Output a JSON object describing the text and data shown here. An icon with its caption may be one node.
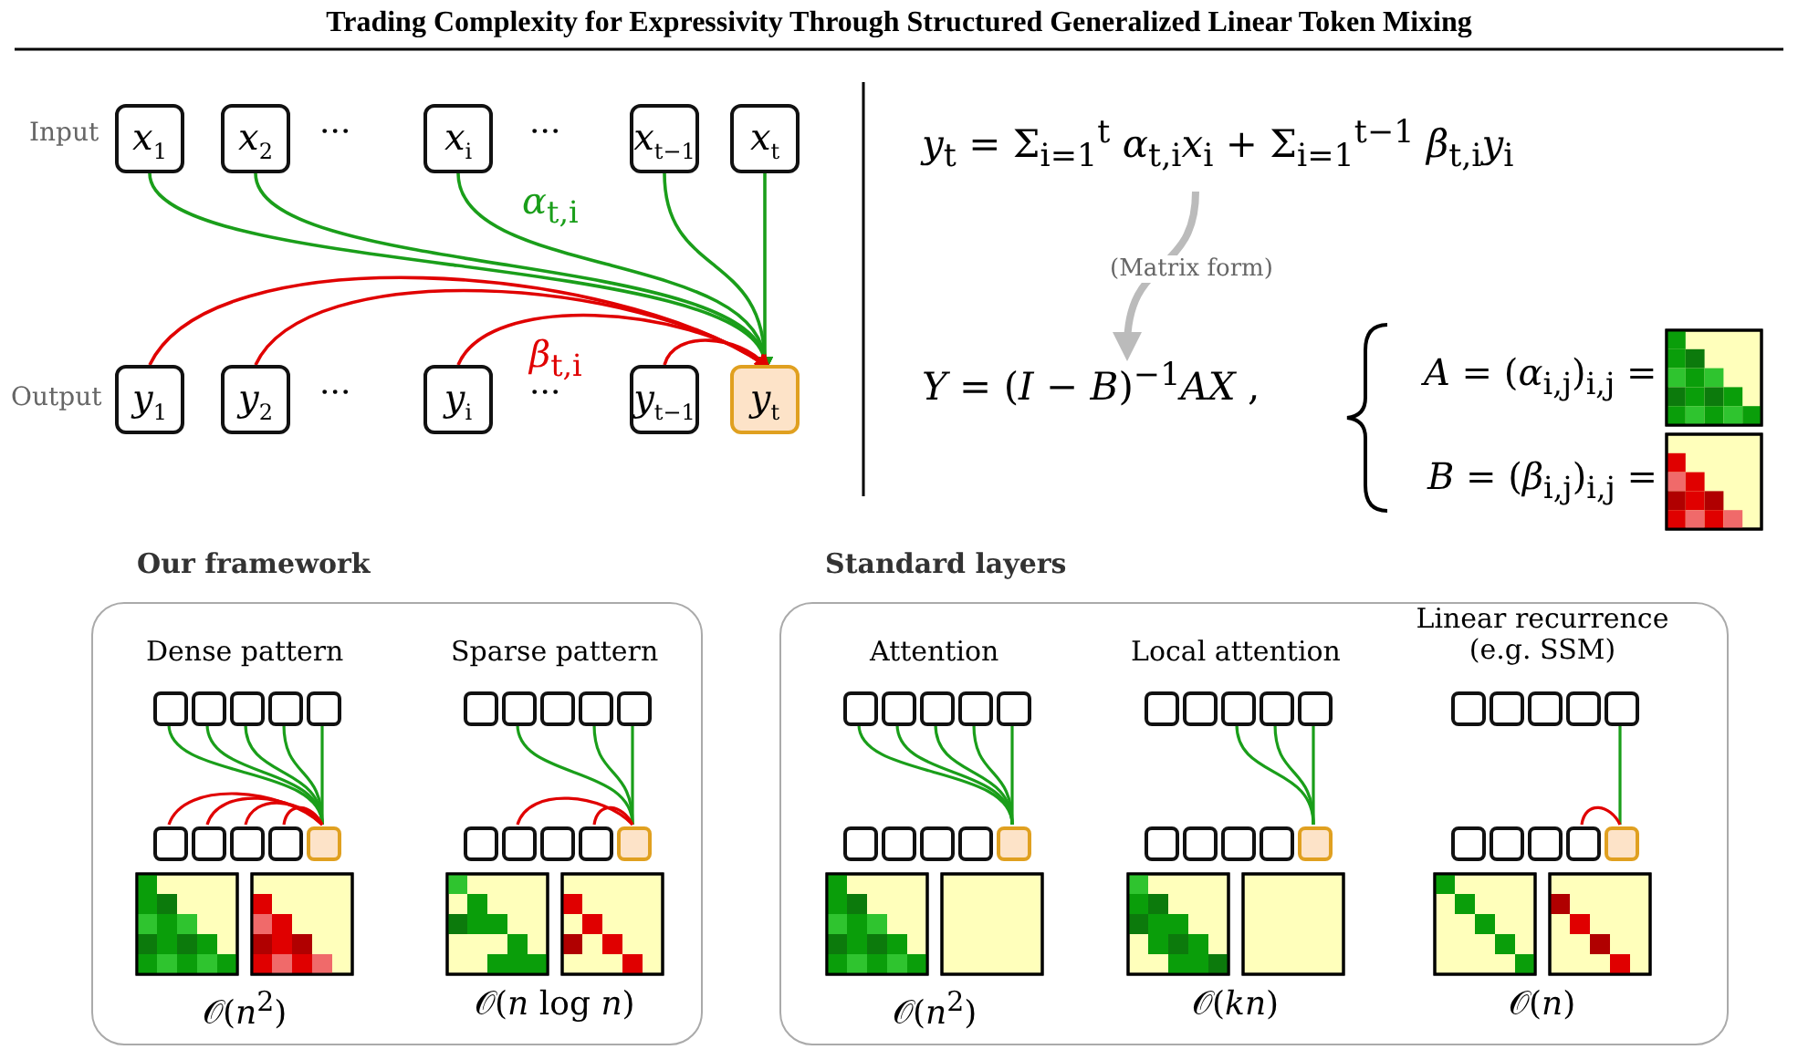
{
  "diagram": {
    "title": "Trading Complexity for Expressivity Through Structured Generalized Linear Token Mixing",
    "nodes": [
      {
        "text": [
          "*x*$_{1}$"
        ]
      },
      {
        "text": [
          "*x*$_{2}$"
        ]
      },
      {
        "text": [
          "*x*$_{i}$"
        ]
      },
      {
        "text": [
          "*x*$_{t−1}$"
        ]
      },
      {
        "text": [
          "*x*$_{t}$"
        ]
      },
      {
        "text": [
          "*y*$_{1}$"
        ]
      },
      {
        "text": [
          "*y*$_{2}$"
        ]
      },
      {
        "text": [
          "*y*$_{i}$"
        ]
      },
      {
        "text": [
          "*y*$_{t−1}$"
        ]
      },
      {
        "text": [
          "*y*$_{t}$"
        ]
      },
      {
        "text": [
          "*y*$_{t}$ = Σ$_{i=1}$$^{t}$ *α*$_{t,i}$*x*$_{i}$ + Σ$_{i=1}$$^{t−1}$ *β*$_{t,i}$*y*$_{i}$"
        ]
      },
      {
        "text": [
          "*Y* = (*I* − *B*)$^{−1}$*AX* ,"
        ]
      },
      {
        "text": [
          "Our framework"
        ]
      },
      {
        "text": [
          "Standard layers"
        ]
      },
      {
        "text": [],
        "shape": "box",
        "in": 12
      },
      {
        "text": [],
        "shape": "box",
        "in": 12
      },
      {
        "text": [],
        "shape": "box",
        "in": 12
      },
      {
        "text": [],
        "shape": "box",
        "in": 12
      },
      {
        "text": [],
        "shape": "box",
        "in": 12
      },
      {
        "text": [],
        "shape": "box",
        "in": 12
      },
      {
        "text": [],
        "shape": "box",
        "in": 12
      },
      {
        "text": [],
        "shape": "box",
        "in": 12
      },
      {
        "text": [],
        "shape": "box",
        "in": 12
      },
      {
        "text": [],
        "shape": "box",
        "in": 12
      },
      {
        "text": [],
        "shape": "box",
        "in": 12
      },
      {
        "text": [],
        "shape": "box",
        "in": 12
      },
      {
        "text": [],
        "shape": "box",
        "in": 12
      },
      {
        "text": [],
        "shape": "box",
        "in": 12
      },
      {
        "text": [],
        "shape": "box",
        "in": 12
      },
      {
        "text": [],
        "shape": "box",
        "in": 12
      },
      {
        "text": [],
        "shape": "box",
        "in": 12
      },
      {
        "text": [],
        "shape": "box",
        "in": 12
      },
      {
        "text": [],
        "shape": "box",
        "in": 12
      },
      {
        "text": [],
        "shape": "box",
        "in": 12
      },
      {
        "text": [],
        "shape": "box",
        "in": 13
      },
      {
        "text": [],
        "shape": "box",
        "in": 13
      },
      {
        "text": [],
        "shape": "box",
        "in": 13
      },
      {
        "text": [],
        "shape": "box",
        "in": 13
      },
      {
        "text": [],
        "shape": "box",
        "in": 13
      },
      {
        "text": [],
        "shape": "box",
        "in": 13
      },
      {
        "text": [],
        "shape": "box",
        "in": 13
      },
      {
        "text": [],
        "shape": "box",
        "in": 13
      },
      {
        "text": [],
        "shape": "box",
        "in": 13
      },
      {
        "text": [],
        "shape": "box",
        "in": 13
      },
      {
        "text": [],
        "shape": "box",
        "in": 13
      },
      {
        "text": [],
        "shape": "box",
        "in": 13
      },
      {
        "text": [],
        "shape": "box",
        "in": 13
      },
      {
        "text": [],
        "shape": "box",
        "in": 13
      },
      {
        "text": [],
        "shape": "box",
        "in": 13
      },
      {
        "text": [],
        "shape": "box",
        "in": 13
      },
      {
        "text": [],
        "shape": "box",
        "in": 13
      },
      {
        "text": [],
        "shape": "box",
        "in": 13
      },
      {
        "text": [],
        "shape": "box",
        "in": 13
      },
      {
        "text": [],
        "shape": "box",
        "in": 13
      },
      {
        "text": [],
        "shape": "box",
        "in": 13
      },
      {
        "text": [],
        "shape": "box",
        "in": 13
      },
      {
        "text": [],
        "shape": "box",
        "in": 13
      },
      {
        "text": [],
        "shape": "box",
        "in": 13
      },
      {
        "text": [],
        "shape": "box",
        "in": 13
      },
      {
        "text": [],
        "shape": "box",
        "in": 13
      },
      {
        "text": [],
        "shape": "box",
        "in": 13
      },
      {
        "text": [],
        "shape": "box",
        "in": 13
      },
      {
        "text": [],
        "shape": "box",
        "in": 13
      },
      {
        "text": [],
        "shape": "box",
        "in": 13
      }
    ],
    "edges": [
      {
        "from": 0,
        "to": 9,
        "arrow": "to",
        "color": "#1a9e1a"
      },
      {
        "from": 1,
        "to": 9,
        "arrow": "to",
        "color": "#1a9e1a"
      },
      {
        "from": 2,
        "to": 9,
        "arrow": "to",
        "color": "#1a9e1a",
        "label": "*α*$_{t,i}$"
      },
      {
        "from": 3,
        "to": 9,
        "arrow": "to",
        "color": "#1a9e1a"
      },
      {
        "from": 4,
        "to": 9,
        "arrow": "to",
        "color": "#1a9e1a"
      },
      {
        "from": 5,
        "to": 9,
        "arrow": "to",
        "color": "#e00000"
      },
      {
        "from": 6,
        "to": 9,
        "arrow": "to",
        "color": "#e00000"
      },
      {
        "from": 7,
        "to": 9,
        "arrow": "to",
        "color": "#e00000",
        "label": "*β*$_{t,i}$"
      },
      {
        "from": 8,
        "to": 9,
        "arrow": "to",
        "color": "#e00000"
      },
      {
        "from": 10,
        "to": 11,
        "arrow": "to",
        "color": "#bbbbbb",
        "style": "thick",
        "label": "(Matrix form)"
      },
      {
        "from": 14,
        "to": 23,
        "arrow": "none",
        "color": "#1a9e1a"
      },
      {
        "from": 15,
        "to": 23,
        "arrow": "none",
        "color": "#1a9e1a"
      },
      {
        "from": 16,
        "to": 23,
        "arrow": "none",
        "color": "#1a9e1a"
      },
      {
        "from": 17,
        "to": 23,
        "arrow": "none",
        "color": "#1a9e1a"
      },
      {
        "from": 18,
        "to": 23,
        "arrow": "none",
        "color": "#1a9e1a"
      },
      {
        "from": 19,
        "to": 23,
        "arrow": "none",
        "color": "#e00000"
      },
      {
        "from": 20,
        "to": 23,
        "arrow": "none",
        "color": "#e00000"
      },
      {
        "from": 21,
        "to": 23,
        "arrow": "none",
        "color": "#e00000"
      },
      {
        "from": 22,
        "to": 23,
        "arrow": "none",
        "color": "#e00000"
      },
      {
        "from": 25,
        "to": 33,
        "arrow": "none",
        "color": "#1a9e1a"
      },
      {
        "from": 27,
        "to": 33,
        "arrow": "none",
        "color": "#1a9e1a"
      },
      {
        "from": 28,
        "to": 33,
        "arrow": "none",
        "color": "#1a9e1a"
      },
      {
        "from": 30,
        "to": 33,
        "arrow": "none",
        "color": "#e00000"
      },
      {
        "from": 32,
        "to": 33,
        "arrow": "none",
        "color": "#e00000"
      },
      {
        "from": 34,
        "to": 43,
        "arrow": "none",
        "color": "#1a9e1a"
      },
      {
        "from": 35,
        "to": 43,
        "arrow": "none",
        "color": "#1a9e1a"
      },
      {
        "from": 36,
        "to": 43,
        "arrow": "none",
        "color": "#1a9e1a"
      },
      {
        "from": 37,
        "to": 43,
        "arrow": "none",
        "color": "#1a9e1a"
      },
      {
        "from": 38,
        "to": 43,
        "arrow": "none",
        "color": "#1a9e1a"
      },
      {
        "from": 46,
        "to": 53,
        "arrow": "none",
        "color": "#1a9e1a"
      },
      {
        "from": 47,
        "to": 53,
        "arrow": "none",
        "color": "#1a9e1a"
      },
      {
        "from": 48,
        "to": 53,
        "arrow": "none",
        "color": "#1a9e1a"
      },
      {
        "from": 58,
        "to": 63,
        "arrow": "none",
        "color": "#1a9e1a"
      },
      {
        "from": 62,
        "to": 63,
        "arrow": "none",
        "color": "#e00000"
      }
    ],
    "labels": [
      "Input",
      "···",
      "···",
      "Output",
      "···",
      "···",
      "*A* = (*α*$_{i,j}$)$_{i,j}$ =",
      "*B* = (*β*$_{i,j}$)$_{i,j}$ =",
      "Dense pattern",
      "Sparse pattern",
      "Attention",
      "Local attention",
      "Linear recurrence (e.g. SSM)",
      "𝒪(*n*$^{2}$)",
      "𝒪(*n* log *n*)",
      "𝒪(*n*$^{2}$)",
      "𝒪(*kn*)",
      "𝒪(*n*)"
    ]
  }
}
